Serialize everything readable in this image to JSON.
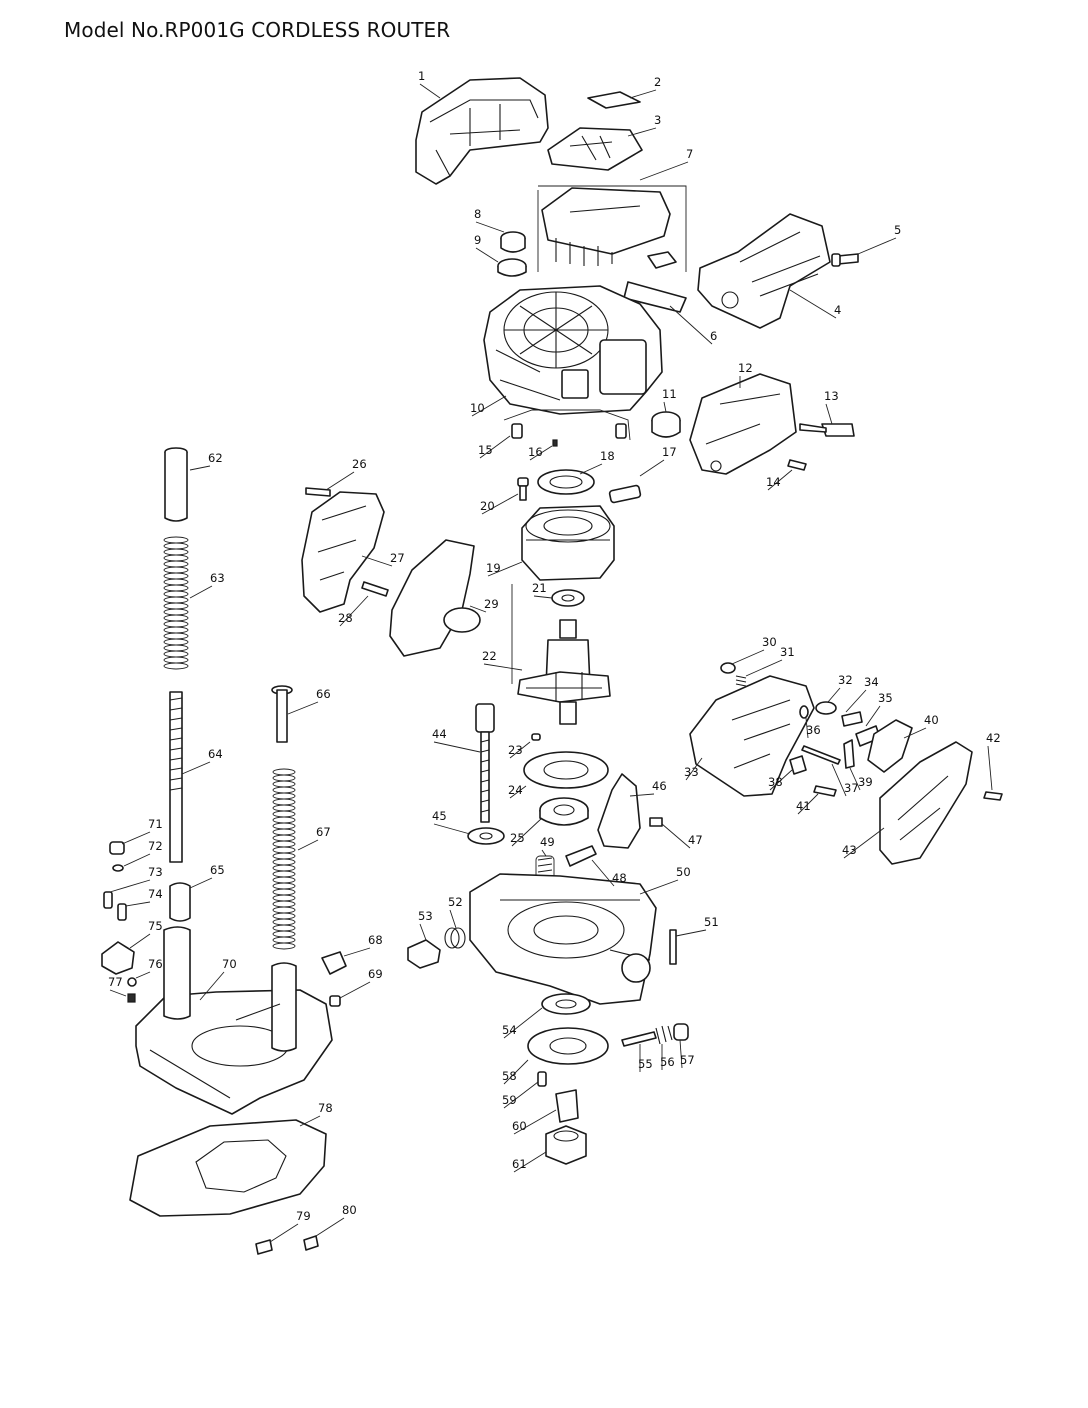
{
  "title": "Model No.RP001G CORDLESS ROUTER",
  "callouts": [
    {
      "id": "1",
      "label": "1"
    },
    {
      "id": "2",
      "label": "2"
    },
    {
      "id": "3",
      "label": "3"
    },
    {
      "id": "4",
      "label": "4"
    },
    {
      "id": "5",
      "label": "5"
    },
    {
      "id": "6",
      "label": "6"
    },
    {
      "id": "7",
      "label": "7"
    },
    {
      "id": "8",
      "label": "8"
    },
    {
      "id": "9",
      "label": "9"
    },
    {
      "id": "10",
      "label": "10"
    },
    {
      "id": "11",
      "label": "11"
    },
    {
      "id": "12",
      "label": "12"
    },
    {
      "id": "13",
      "label": "13"
    },
    {
      "id": "14",
      "label": "14"
    },
    {
      "id": "15",
      "label": "15"
    },
    {
      "id": "16",
      "label": "16"
    },
    {
      "id": "17",
      "label": "17"
    },
    {
      "id": "18",
      "label": "18"
    },
    {
      "id": "19",
      "label": "19"
    },
    {
      "id": "20",
      "label": "20"
    },
    {
      "id": "21",
      "label": "21"
    },
    {
      "id": "22",
      "label": "22"
    },
    {
      "id": "23",
      "label": "23"
    },
    {
      "id": "24",
      "label": "24"
    },
    {
      "id": "25",
      "label": "25"
    },
    {
      "id": "26",
      "label": "26"
    },
    {
      "id": "27",
      "label": "27"
    },
    {
      "id": "28",
      "label": "28"
    },
    {
      "id": "29",
      "label": "29"
    },
    {
      "id": "30",
      "label": "30"
    },
    {
      "id": "31",
      "label": "31"
    },
    {
      "id": "32",
      "label": "32"
    },
    {
      "id": "33",
      "label": "33"
    },
    {
      "id": "34",
      "label": "34"
    },
    {
      "id": "35",
      "label": "35"
    },
    {
      "id": "36",
      "label": "36"
    },
    {
      "id": "37",
      "label": "37"
    },
    {
      "id": "38",
      "label": "38"
    },
    {
      "id": "39",
      "label": "39"
    },
    {
      "id": "40",
      "label": "40"
    },
    {
      "id": "41",
      "label": "41"
    },
    {
      "id": "42",
      "label": "42"
    },
    {
      "id": "43",
      "label": "43"
    },
    {
      "id": "44",
      "label": "44"
    },
    {
      "id": "45",
      "label": "45"
    },
    {
      "id": "46",
      "label": "46"
    },
    {
      "id": "47",
      "label": "47"
    },
    {
      "id": "48",
      "label": "48"
    },
    {
      "id": "49",
      "label": "49"
    },
    {
      "id": "50",
      "label": "50"
    },
    {
      "id": "51",
      "label": "51"
    },
    {
      "id": "52",
      "label": "52"
    },
    {
      "id": "53",
      "label": "53"
    },
    {
      "id": "54",
      "label": "54"
    },
    {
      "id": "55",
      "label": "55"
    },
    {
      "id": "56",
      "label": "56"
    },
    {
      "id": "57",
      "label": "57"
    },
    {
      "id": "58",
      "label": "58"
    },
    {
      "id": "59",
      "label": "59"
    },
    {
      "id": "60",
      "label": "60"
    },
    {
      "id": "61",
      "label": "61"
    },
    {
      "id": "62",
      "label": "62"
    },
    {
      "id": "63",
      "label": "63"
    },
    {
      "id": "64",
      "label": "64"
    },
    {
      "id": "65",
      "label": "65"
    },
    {
      "id": "66",
      "label": "66"
    },
    {
      "id": "67",
      "label": "67"
    },
    {
      "id": "68",
      "label": "68"
    },
    {
      "id": "69",
      "label": "69"
    },
    {
      "id": "70",
      "label": "70"
    },
    {
      "id": "71",
      "label": "71"
    },
    {
      "id": "72",
      "label": "72"
    },
    {
      "id": "73",
      "label": "73"
    },
    {
      "id": "74",
      "label": "74"
    },
    {
      "id": "75",
      "label": "75"
    },
    {
      "id": "76",
      "label": "76"
    },
    {
      "id": "77",
      "label": "77"
    },
    {
      "id": "78",
      "label": "78"
    },
    {
      "id": "79",
      "label": "79"
    },
    {
      "id": "80",
      "label": "80"
    }
  ]
}
